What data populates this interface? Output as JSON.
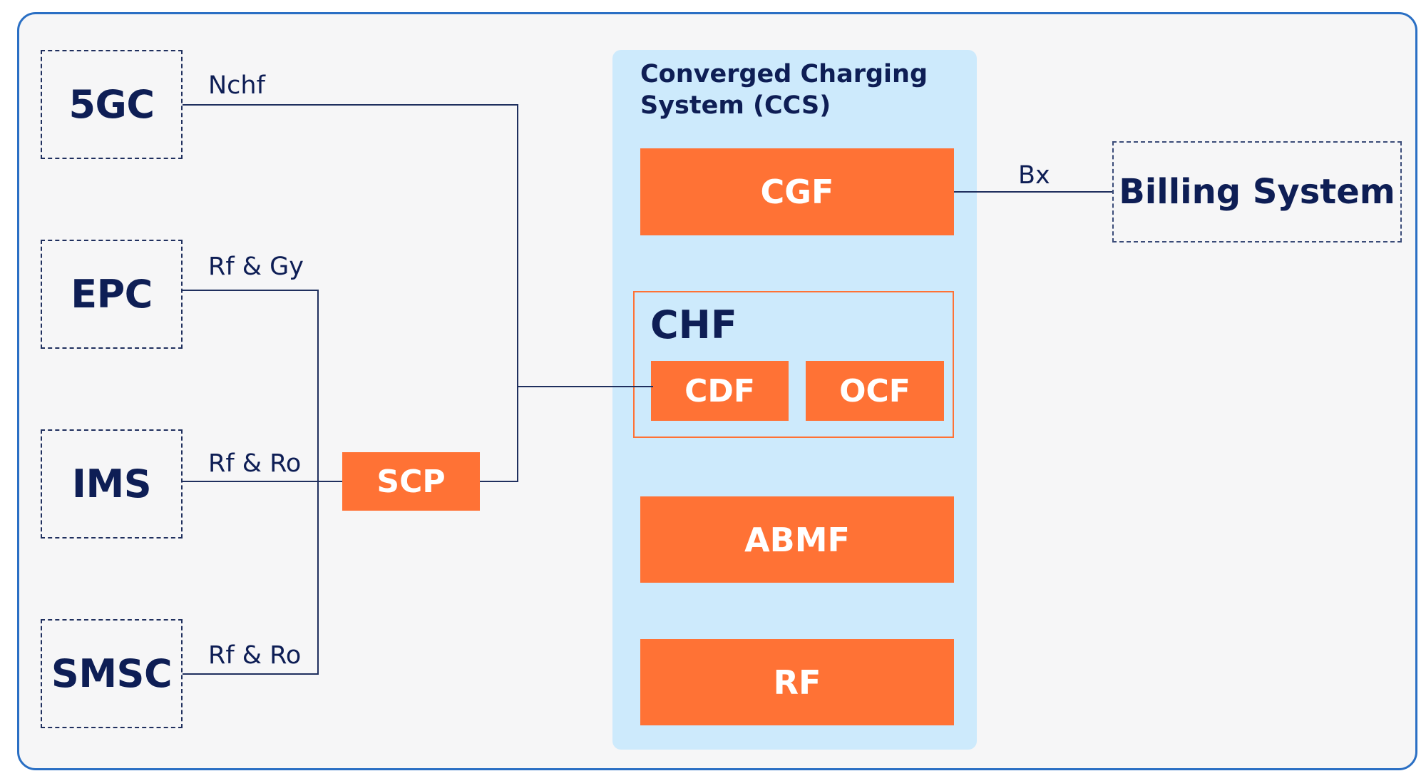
{
  "sources": [
    {
      "id": "5gc",
      "label": "5GC",
      "interface": "Nchf"
    },
    {
      "id": "epc",
      "label": "EPC",
      "interface": "Rf & Gy"
    },
    {
      "id": "ims",
      "label": "IMS",
      "interface": "Rf & Ro"
    },
    {
      "id": "smsc",
      "label": "SMSC",
      "interface": "Rf & Ro"
    }
  ],
  "scp": {
    "label": "SCP"
  },
  "ccs": {
    "title_line1": "Converged Charging",
    "title_line2": "System (CCS)",
    "cgf": "CGF",
    "chf": {
      "label": "CHF",
      "cdf": "CDF",
      "ocf": "OCF"
    },
    "abmf": "ABMF",
    "rf": "RF"
  },
  "billing": {
    "label": "Billing System",
    "interface": "Bx"
  },
  "colors": {
    "frame_border": "#2a6fc4",
    "background": "#f6f6f7",
    "ccs_fill": "#cdeafc",
    "block_fill": "#ff7235",
    "text_navy": "#0e1e55",
    "wire": "#1f2f5e"
  }
}
